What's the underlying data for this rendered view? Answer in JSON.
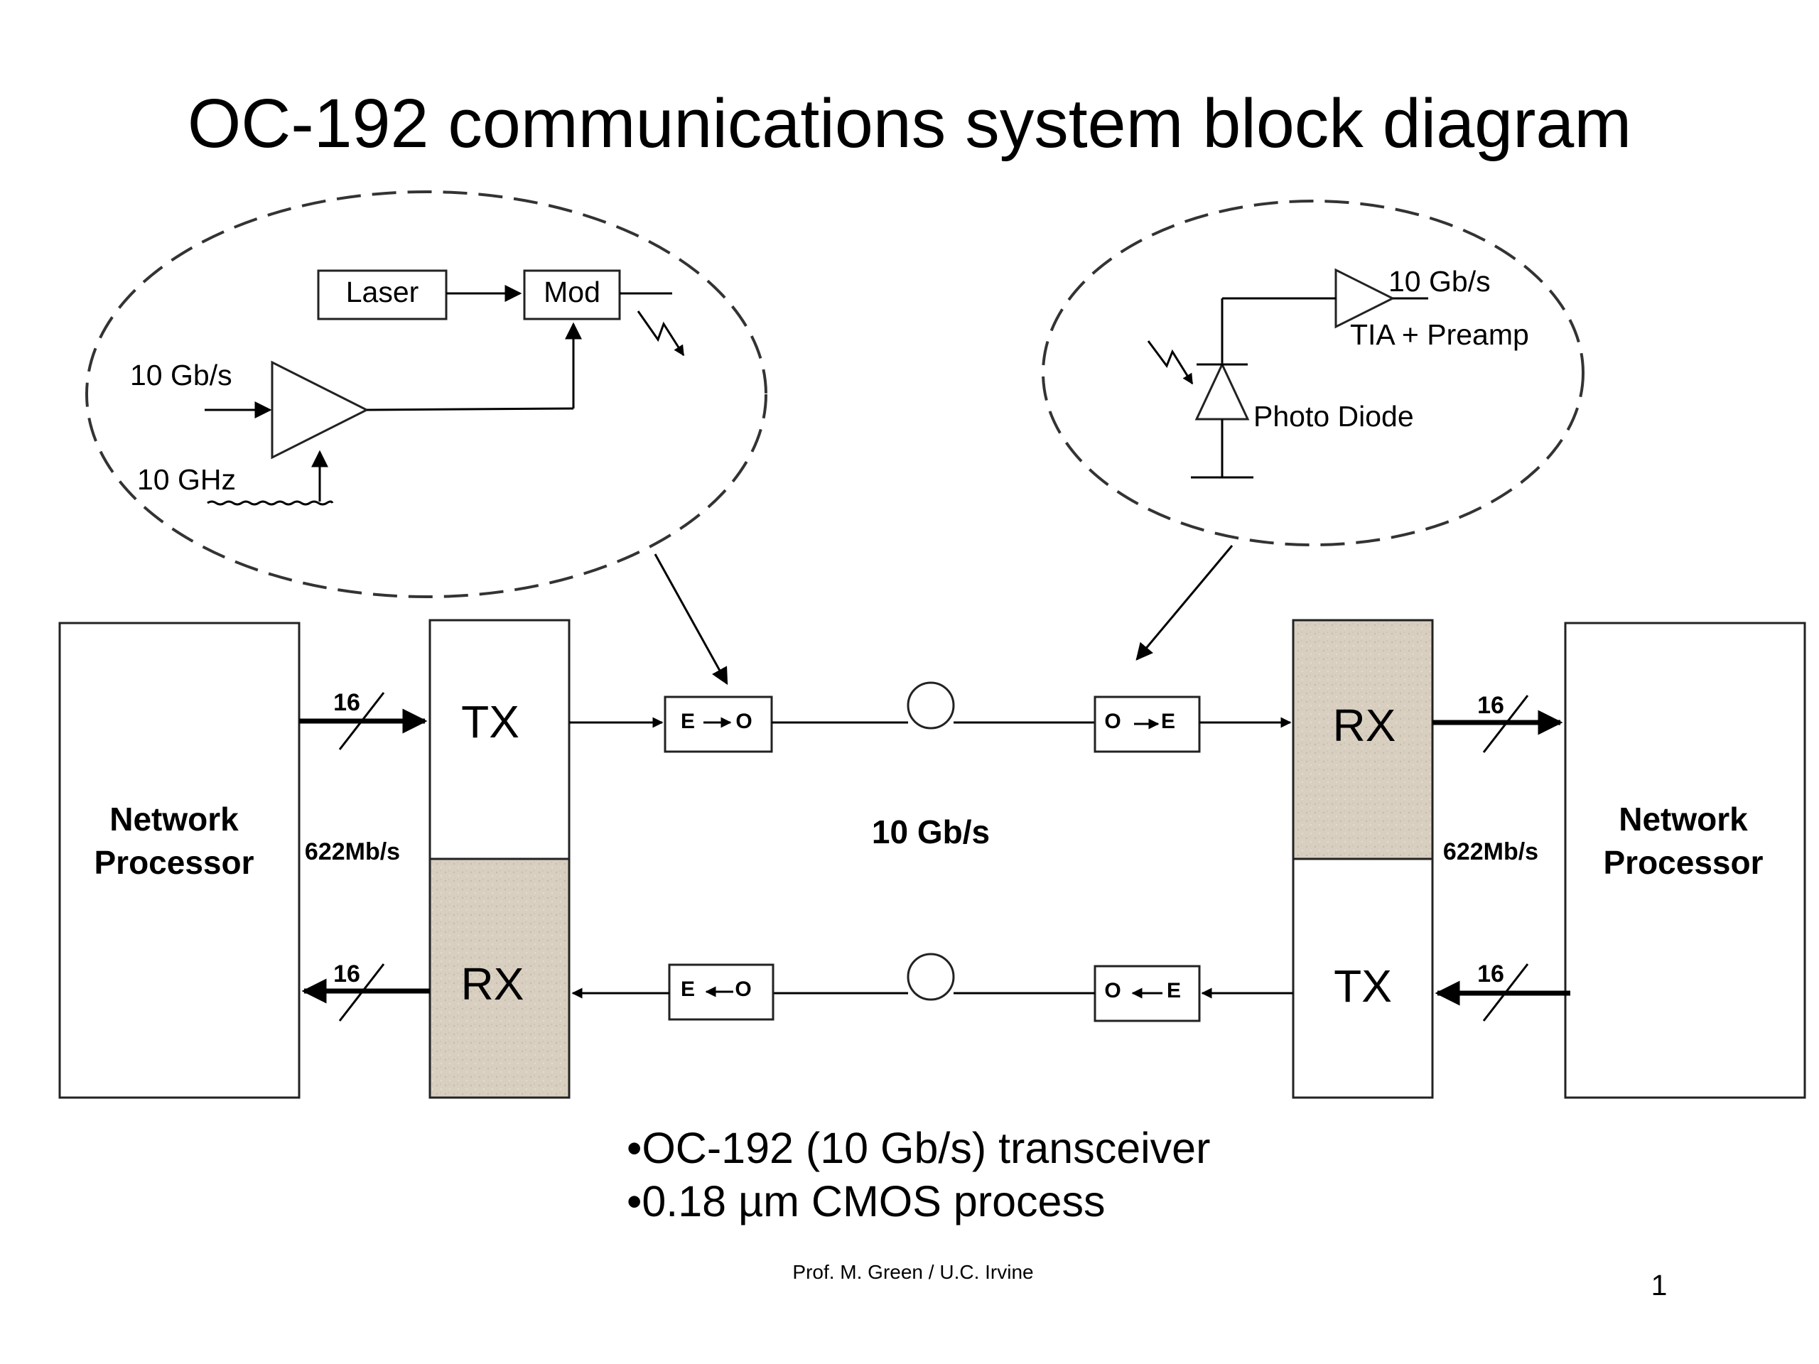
{
  "title": "OC-192 communications system block diagram",
  "tx_detail": {
    "laser": "Laser",
    "mod": "Mod",
    "data_rate": "10 Gb/s",
    "clock": "10 GHz"
  },
  "rx_detail": {
    "data_rate": "10 Gb/s",
    "amplifier": "TIA + Preamp",
    "diode": "Photo Diode"
  },
  "left_processor": {
    "line1": "Network",
    "line2": "Processor"
  },
  "right_processor": {
    "line1": "Network",
    "line2": "Processor"
  },
  "left_tx": "TX",
  "left_rx": "RX",
  "right_rx": "RX",
  "right_tx": "TX",
  "bus_width": "16",
  "parallel_rate": "622Mb/s",
  "serial_rate": "10 Gb/s",
  "converters": {
    "top_left": {
      "a": "E",
      "b": "O"
    },
    "top_right": {
      "a": "O",
      "b": "E"
    },
    "bottom_left": {
      "a": "E",
      "b": "O"
    },
    "bottom_right": {
      "a": "O",
      "b": "E"
    }
  },
  "bullets": [
    "•OC-192 (10 Gb/s) transceiver",
    "•0.18 µm CMOS process"
  ],
  "footer": "Prof. M. Green / U.C. Irvine",
  "page_number": "1"
}
